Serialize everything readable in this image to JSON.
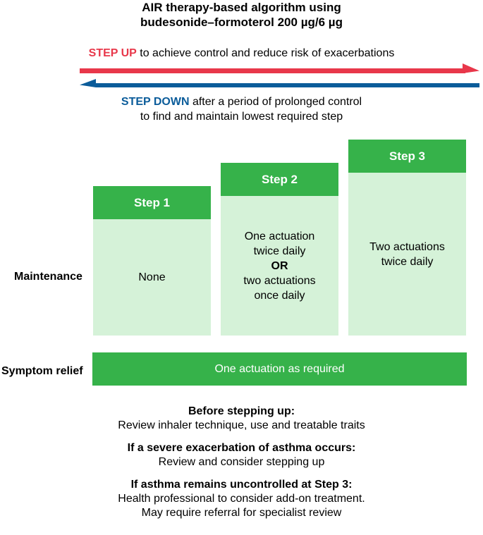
{
  "title": {
    "line1": "AIR therapy-based algorithm using",
    "line2": "budesonide–formoterol 200 µg/6 µg"
  },
  "step_up": {
    "keyword": "STEP UP",
    "rest": " to achieve control and reduce risk of exacerbations"
  },
  "step_down": {
    "keyword": "STEP DOWN",
    "rest_line1": " after a period of prolonged control",
    "line2": "to find and maintain lowest required step"
  },
  "colors": {
    "red": "#e8374a",
    "blue": "#0b5c9a",
    "green": "#36b24a",
    "light_green": "#d5f2d8"
  },
  "rows": {
    "maintenance": "Maintenance",
    "symptom_relief": "Symptom relief"
  },
  "steps": [
    {
      "label": "Step 1",
      "maintenance": [
        "None"
      ]
    },
    {
      "label": "Step 2",
      "maintenance_line1": "One actuation",
      "maintenance_line2": "twice daily",
      "maintenance_or": "OR",
      "maintenance_line3": "two actuations",
      "maintenance_line4": "once daily"
    },
    {
      "label": "Step 3",
      "maintenance_line1": "Two actuations",
      "maintenance_line2": "twice daily"
    }
  ],
  "relief": "One actuation as required",
  "notes": [
    {
      "head": "Before stepping up:",
      "lines": [
        "Review inhaler technique, use and treatable traits"
      ]
    },
    {
      "head": "If a severe exacerbation of asthma occurs:",
      "lines": [
        "Review and consider stepping up"
      ]
    },
    {
      "head": "If asthma remains uncontrolled at Step 3:",
      "lines": [
        "Health professional to consider add-on treatment.",
        "May require referral for specialist review"
      ]
    }
  ]
}
